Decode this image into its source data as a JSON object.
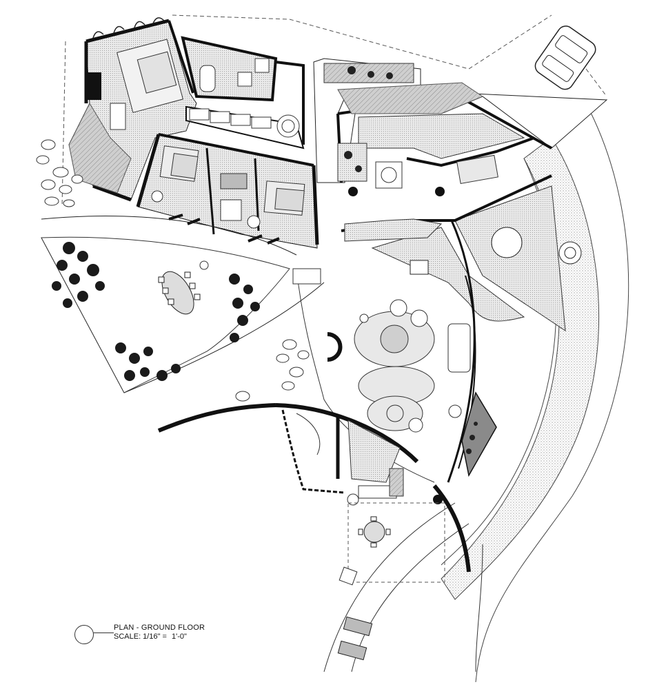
{
  "drawing": {
    "title": "PLAN - GROUND FLOOR",
    "scale_label": "SCALE: 1/16\" =",
    "scale_value": "1'-0\""
  },
  "colors": {
    "line": "#1a1a1a",
    "wall": "#111111",
    "hatch": "#9a9a9a",
    "furniture": "#e6e6e6",
    "vegetation": "#222222",
    "background": "#ffffff"
  }
}
